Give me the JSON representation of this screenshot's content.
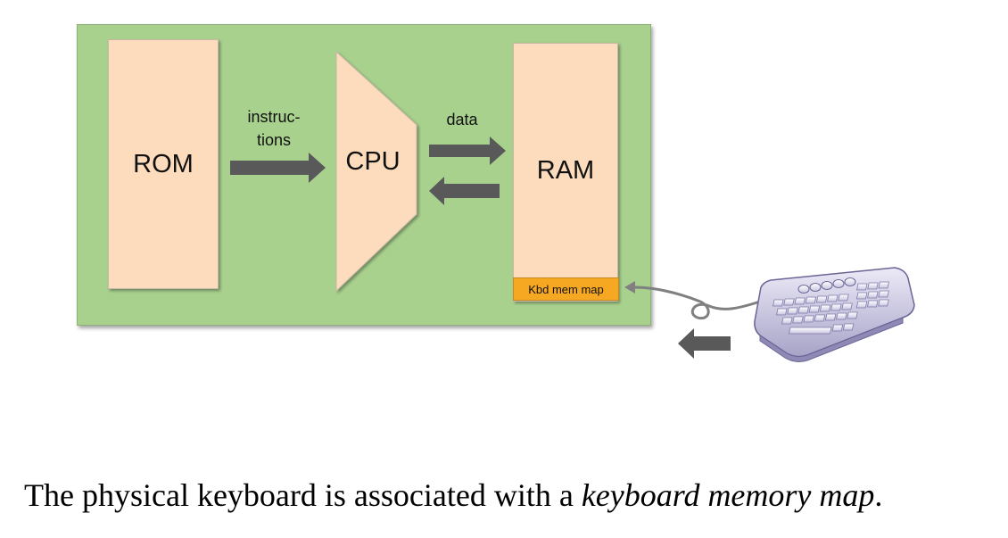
{
  "diagram": {
    "rom_label": "ROM",
    "cpu_label": "CPU",
    "ram_label": "RAM",
    "kbd_mem_map_label": "Kbd mem map",
    "instructions_label_line1": "instruc-",
    "instructions_label_line2": "tions",
    "data_label": "data",
    "colors": {
      "board": "#a9d18e",
      "block": "#fcdcbc",
      "kbd_map": "#f7a823",
      "arrow": "#595959"
    },
    "icons": {
      "keyboard": "keyboard-icon"
    }
  },
  "caption": {
    "prefix": "The physical keyboard is associated with a ",
    "emphasis": "keyboard memory map",
    "suffix": "."
  }
}
